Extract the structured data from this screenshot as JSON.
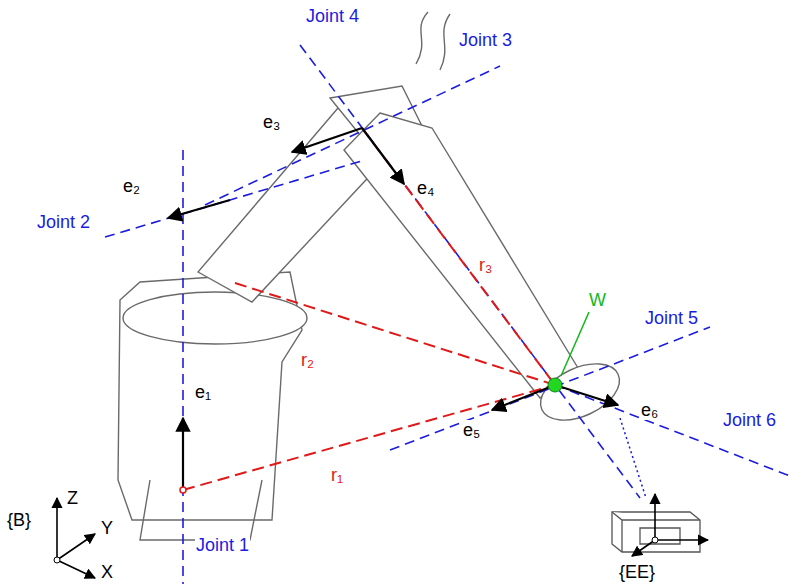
{
  "diagram": {
    "labels": [
      "Joint 4",
      "Joint 3",
      "e₃",
      "e₄",
      "r₃",
      "e₂",
      "W",
      "Joint 5",
      "Joint 2",
      "r₂",
      "e₆",
      "Joint 6",
      "e₁",
      "e₅",
      "r₁",
      "Z",
      "Y",
      "{B}",
      "Joint 1",
      "X",
      "{EE}"
    ]
  }
}
